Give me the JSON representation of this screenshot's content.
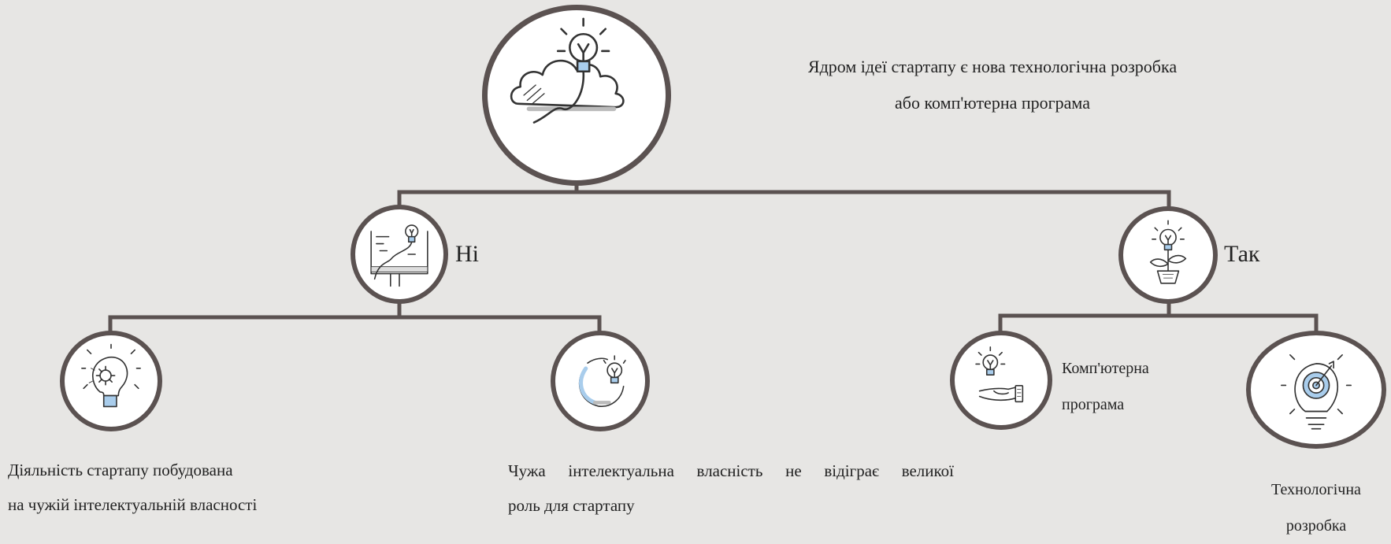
{
  "root": {
    "caption_line1": "Ядром ідеї стартапу є нова технологічна розробка",
    "caption_line2": "або комп'ютерна програма",
    "icon": "lightbulb-cloud-icon"
  },
  "branches": {
    "no": {
      "label": "Ні",
      "icon": "lightbulb-board-icon",
      "leaves": [
        {
          "icon": "lightbulb-gear-icon",
          "text_line1": "Діяльність стартапу побудована",
          "text_line2": "на чужій інтелектуальній власності"
        },
        {
          "icon": "lightbulb-cycle-icon",
          "text_line1": "Чужа інтелектуальна власність не відіграє великої",
          "text_line2": "роль для стартапу"
        }
      ]
    },
    "yes": {
      "label": "Так",
      "icon": "lightbulb-plant-icon",
      "leaves": [
        {
          "icon": "lightbulb-hand-phone-icon",
          "text_line1": "Комп'ютерна",
          "text_line2": "програма"
        },
        {
          "icon": "lightbulb-target-icon",
          "text_line1": "Технологічна",
          "text_line2": "розробка"
        }
      ]
    }
  },
  "colors": {
    "background": "#e7e6e4",
    "border": "#5b5251",
    "accent": "#a9cdec",
    "text": "#222222"
  }
}
